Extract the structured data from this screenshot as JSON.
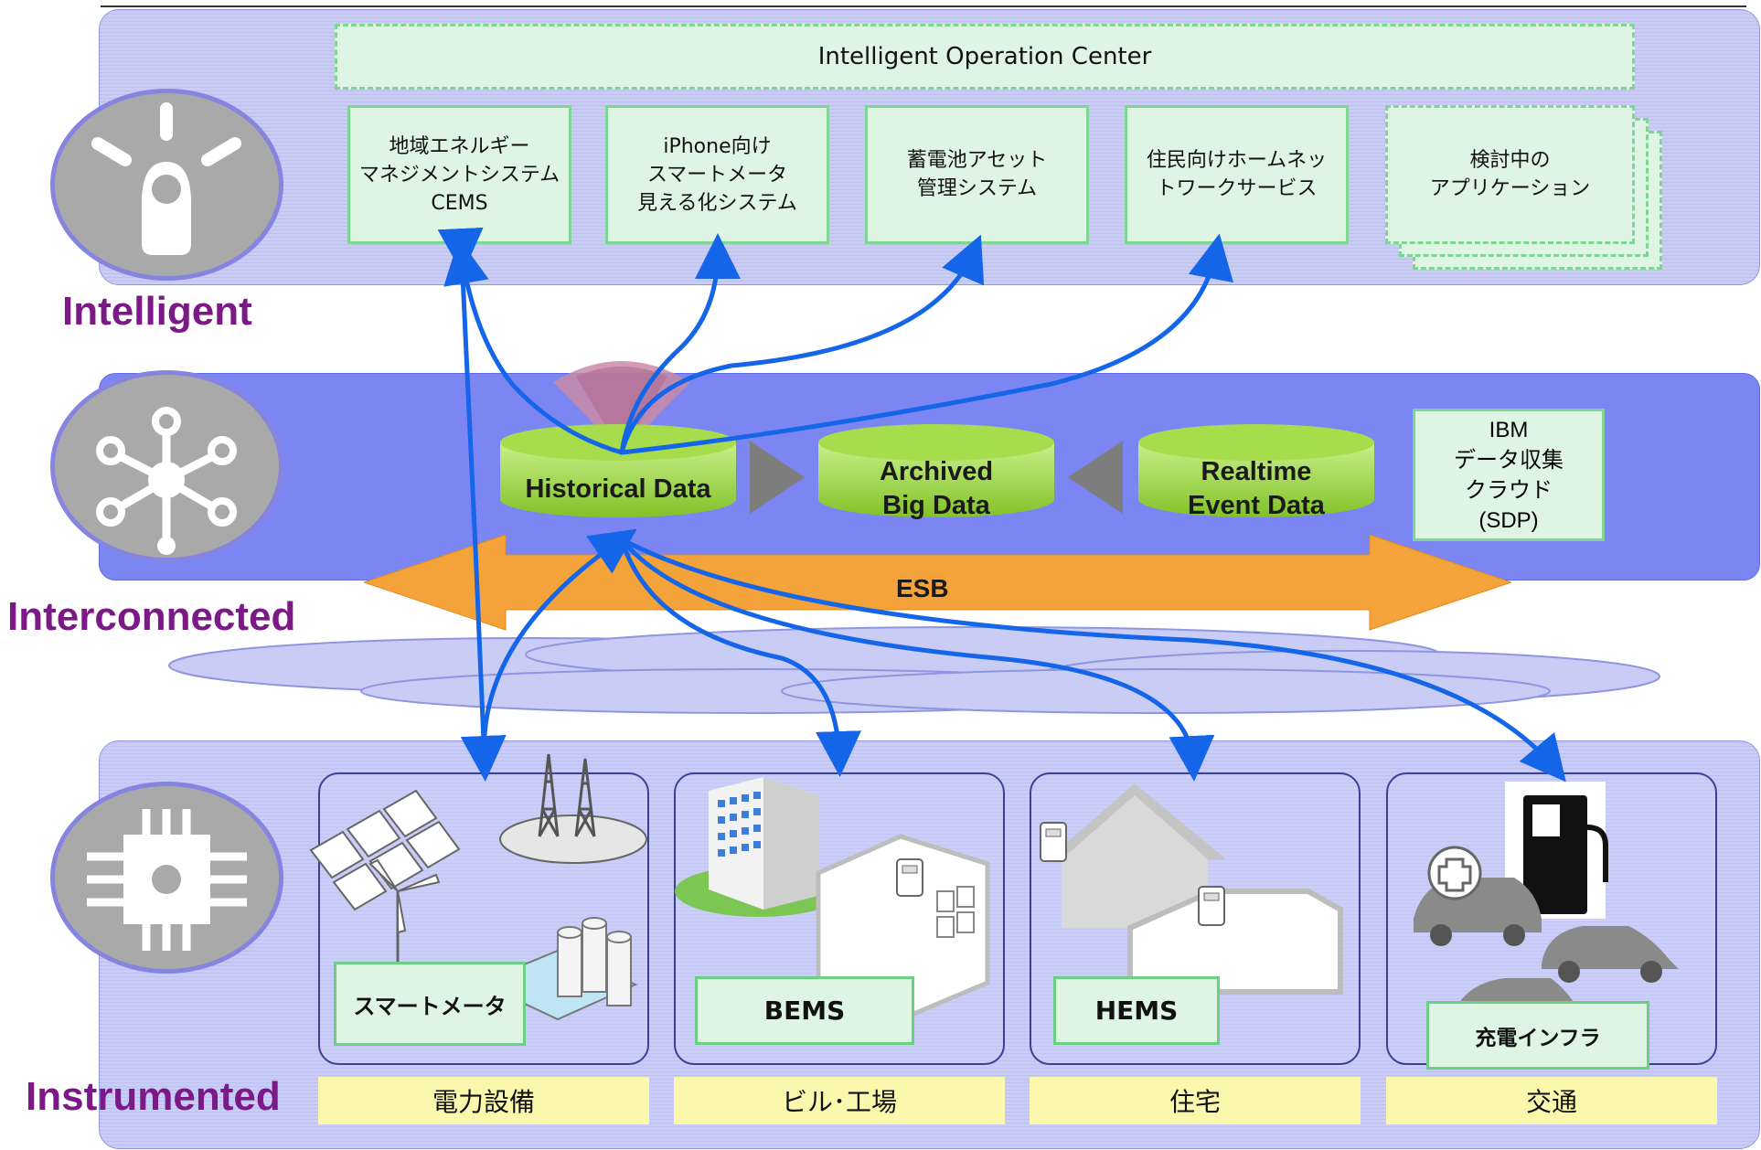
{
  "layers": {
    "intelligent": "Intelligent",
    "interconnected": "Interconnected",
    "instrumented": "Instrumented"
  },
  "ioc": "Intelligent Operation Center",
  "apps": [
    "地域エネルギー\nマネジメントシステム\nCEMS",
    "iPhone向け\nスマートメータ\n見える化システム",
    "蓄電池アセット\n管理システム",
    "住民向けホームネッ\nトワークサービス",
    "検討中の\nアプリケーション"
  ],
  "data_stores": {
    "historical": "Historical Data",
    "archived": "Archived\nBig Data",
    "realtime": "Realtime\nEvent Data"
  },
  "ibm": "IBM\nデータ収集\nクラウド\n(SDP)",
  "esb": "ESB",
  "systems": {
    "smart_meter": "スマートメータ",
    "bems": "BEMS",
    "hems": "HEMS",
    "charging": "充電インフラ"
  },
  "categories": [
    "電力設備",
    "ビル･工場",
    "住宅",
    "交通"
  ],
  "colors": {
    "layer_label": "#7b1a86",
    "arrow": "#1565e8",
    "esb": "#f3a33a",
    "cylinder": "#9fd63a"
  }
}
